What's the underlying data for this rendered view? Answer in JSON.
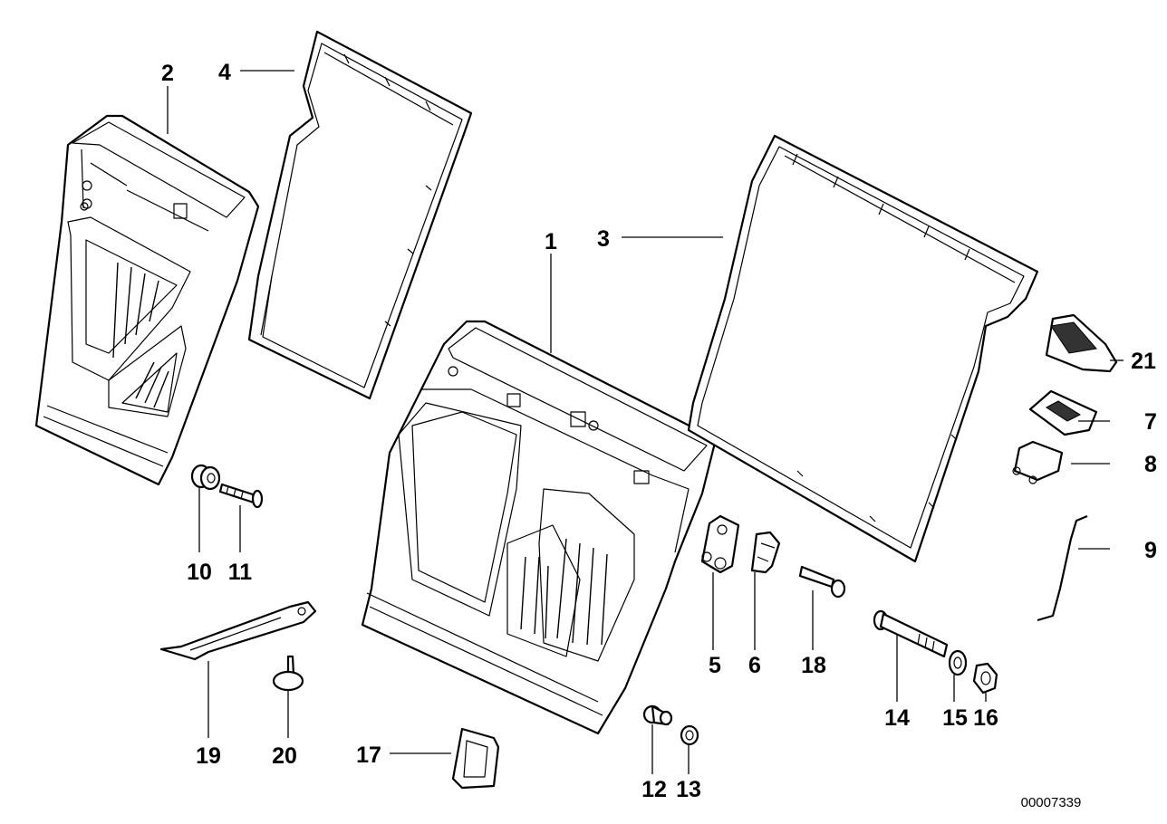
{
  "diagram": {
    "document_number": "00007339",
    "callouts": [
      {
        "id": "1",
        "text": "1"
      },
      {
        "id": "2",
        "text": "2"
      },
      {
        "id": "3",
        "text": "3"
      },
      {
        "id": "4",
        "text": "4"
      },
      {
        "id": "5",
        "text": "5"
      },
      {
        "id": "6",
        "text": "6"
      },
      {
        "id": "7",
        "text": "7"
      },
      {
        "id": "8",
        "text": "8"
      },
      {
        "id": "9",
        "text": "9"
      },
      {
        "id": "10",
        "text": "10"
      },
      {
        "id": "11",
        "text": "11"
      },
      {
        "id": "12",
        "text": "12"
      },
      {
        "id": "13",
        "text": "13"
      },
      {
        "id": "14",
        "text": "14"
      },
      {
        "id": "15",
        "text": "15"
      },
      {
        "id": "16",
        "text": "16"
      },
      {
        "id": "17",
        "text": "17"
      },
      {
        "id": "18",
        "text": "18"
      },
      {
        "id": "19",
        "text": "19"
      },
      {
        "id": "20",
        "text": "20"
      },
      {
        "id": "21",
        "text": "21"
      }
    ]
  }
}
